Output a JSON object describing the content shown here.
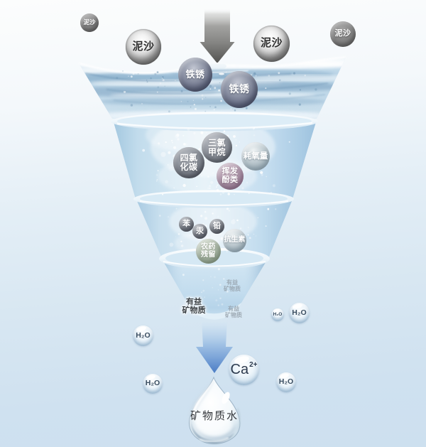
{
  "diagram": {
    "stage1_impurities": [
      {
        "label": "泥沙"
      },
      {
        "label": "泥沙"
      },
      {
        "label": "泥沙"
      },
      {
        "label": "泥沙"
      },
      {
        "label": "铁锈"
      },
      {
        "label": "铁锈"
      }
    ],
    "stage2_impurities": [
      {
        "label": "三氯甲烷",
        "lines": [
          "三氯",
          "甲烷"
        ]
      },
      {
        "label": "耗氧量",
        "lines": [
          "耗氧量"
        ]
      },
      {
        "label": "四氯化碳",
        "lines": [
          "四氯",
          "化碳"
        ]
      },
      {
        "label": "挥发酚类",
        "lines": [
          "挥发",
          "酚类"
        ]
      }
    ],
    "stage3_impurities": [
      {
        "label": "苯"
      },
      {
        "label": "汞"
      },
      {
        "label": "铅"
      },
      {
        "label": "抗生素"
      },
      {
        "label": "农药残留",
        "lines": [
          "农药",
          "残留"
        ]
      }
    ],
    "stage4_minerals": [
      {
        "label": "有益矿物质",
        "lines": [
          "有益",
          "矿物质"
        ]
      },
      {
        "label": "有益矿物质",
        "lines": [
          "有益",
          "矿物质"
        ]
      },
      {
        "label": "有益矿物质",
        "lines": [
          "有益",
          "矿物质"
        ]
      }
    ],
    "molecules": {
      "water": [
        {
          "label": "H₂O"
        },
        {
          "label": "H₂O"
        },
        {
          "label": "H₂O"
        },
        {
          "label": "H₂O"
        },
        {
          "label": "H₂O"
        }
      ],
      "calcium": {
        "symbol": "Ca",
        "charge": "2+"
      }
    },
    "result_drop": {
      "label": "矿物质水"
    }
  }
}
